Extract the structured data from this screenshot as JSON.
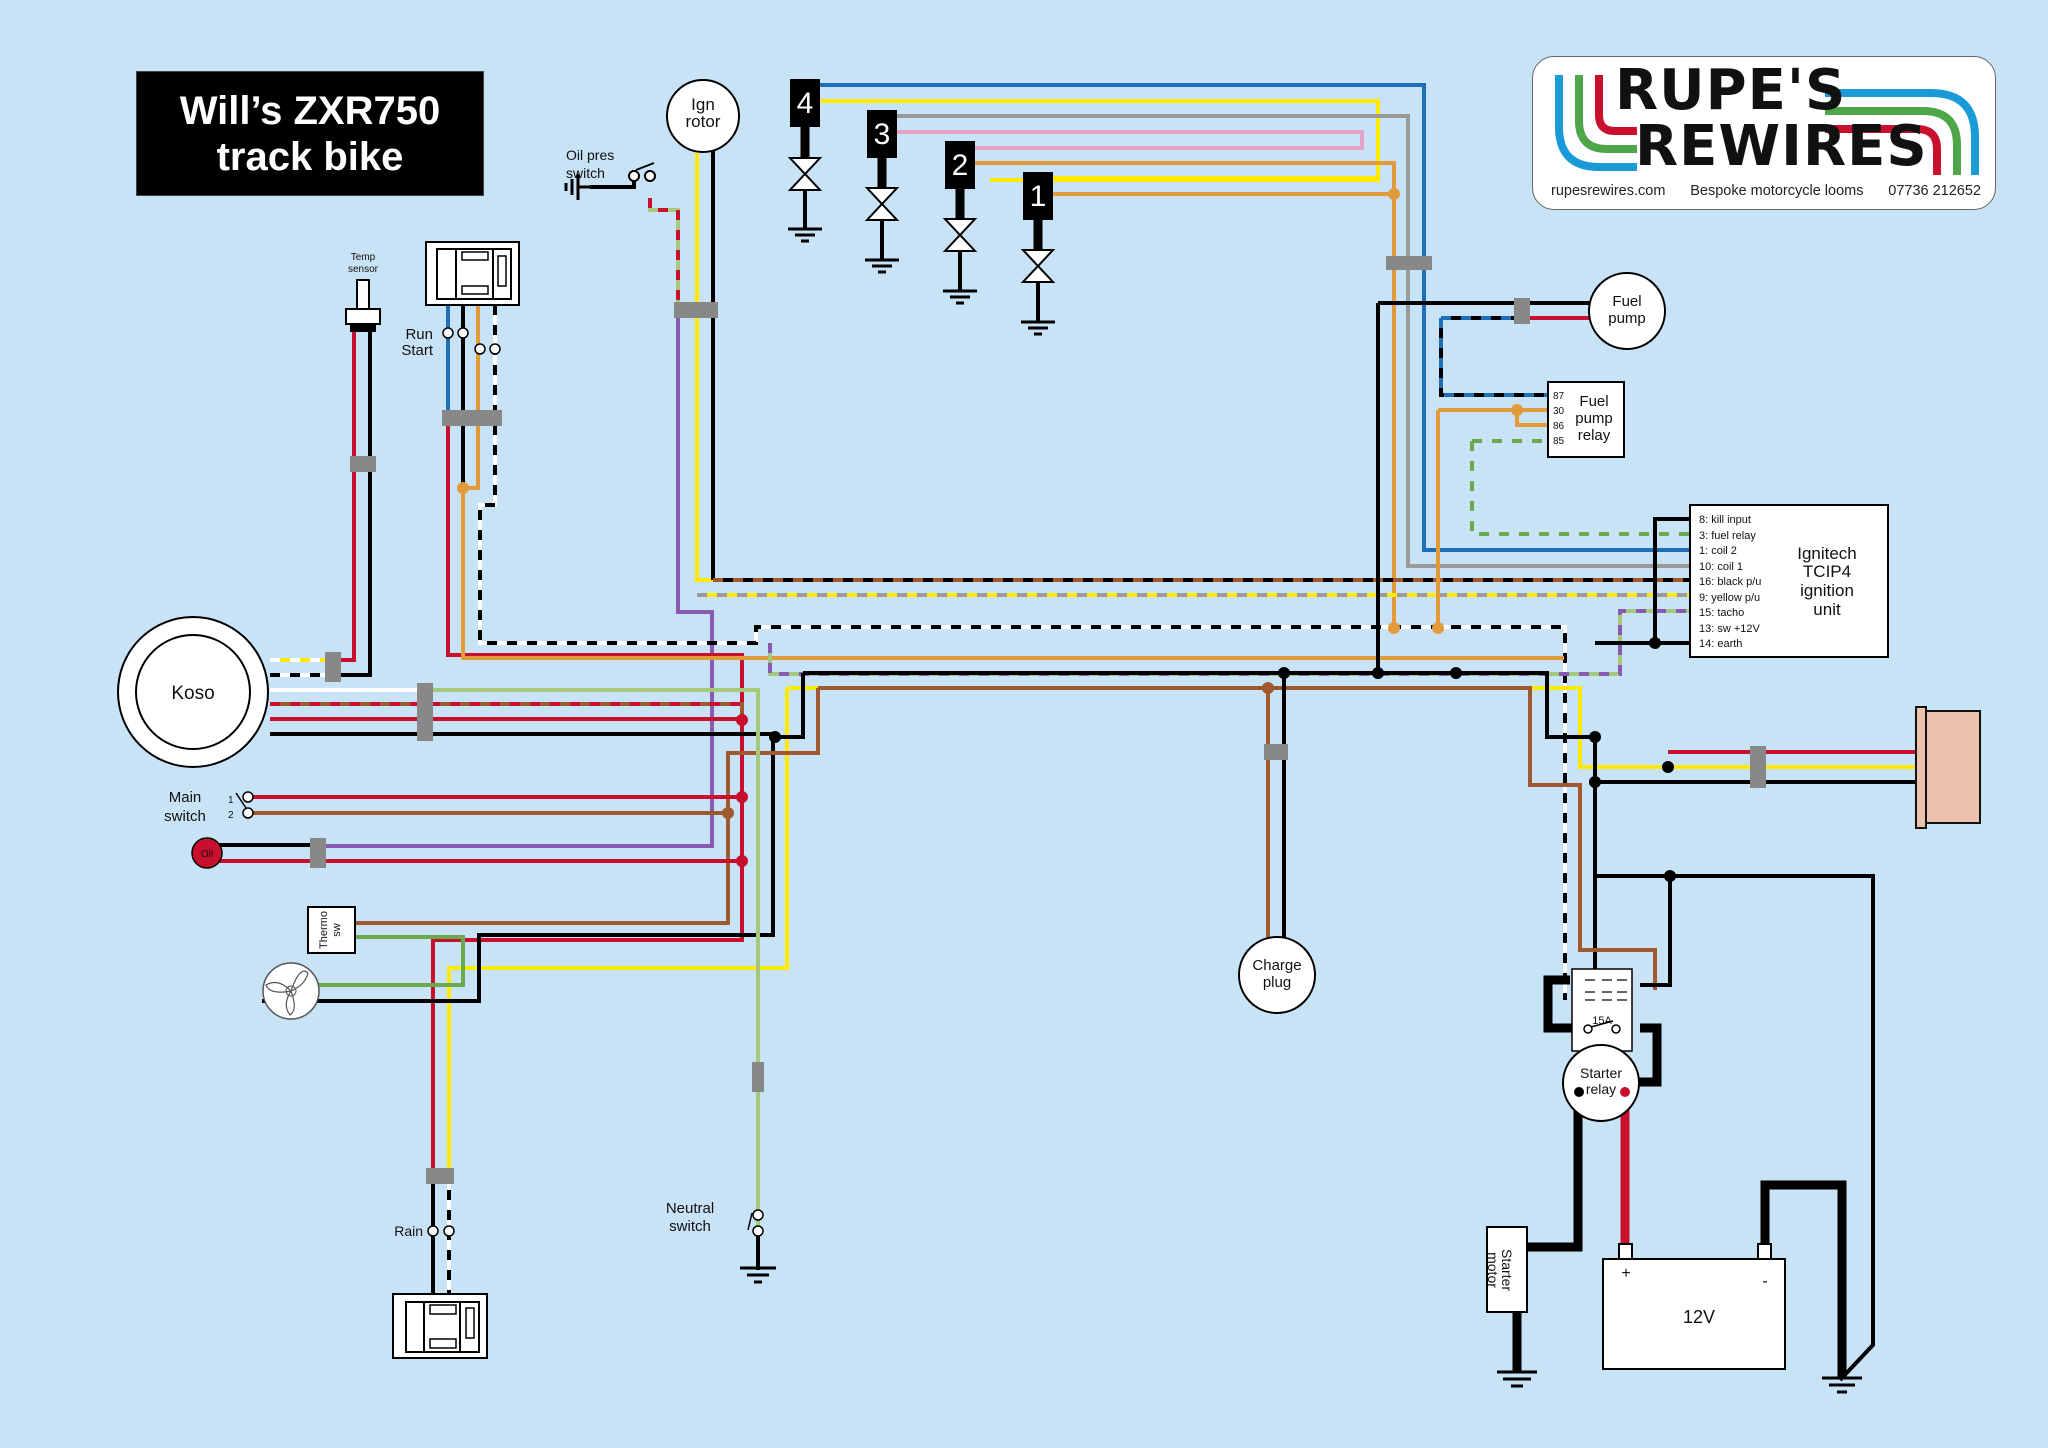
{
  "title": {
    "line1": "Will’s ZXR750",
    "line2": "track bike"
  },
  "logo": {
    "line1": "RUPE'S",
    "line2": "REWIRES",
    "website": "rupesrewires.com",
    "tagline": "Bespoke motorcycle looms",
    "phone": "07736 212652",
    "stripe_colors": [
      "#1b9ad8",
      "#4fa648",
      "#c8102e"
    ]
  },
  "components": {
    "ign_rotor": {
      "line1": "Ign",
      "line2": "rotor"
    },
    "oil_pres_switch": {
      "line1": "Oil pres",
      "line2": "switch"
    },
    "temp_sensor": {
      "line1": "Temp",
      "line2": "sensor"
    },
    "run_start": {
      "run": "Run",
      "start": "Start"
    },
    "koso": "Koso",
    "main_switch": {
      "line1": "Main",
      "line2": "switch",
      "pin1": "1",
      "pin2": "2"
    },
    "oil_lamp": "Oil",
    "thermo_sw": {
      "line1": "Thermo",
      "line2": "sw"
    },
    "rain": "Rain",
    "neutral_switch": {
      "line1": "Neutral",
      "line2": "switch"
    },
    "coils": [
      "4",
      "3",
      "2",
      "1"
    ],
    "fuel_pump": {
      "line1": "Fuel",
      "line2": "pump"
    },
    "fuel_pump_relay": {
      "line1": "Fuel",
      "line2": "pump",
      "line3": "relay",
      "pins": [
        "87",
        "30",
        "86",
        "85"
      ]
    },
    "ignition_unit": {
      "line1": "Ignitech",
      "line2": "TCIP4",
      "line3": "ignition",
      "line4": "unit",
      "pins": [
        "8: kill input",
        "3: fuel relay",
        "1: coil 2",
        "10: coil 1",
        "16: black p/u",
        "9: yellow p/u",
        "15: tacho",
        "13: sw +12V",
        "14: earth"
      ]
    },
    "charge_plug": {
      "line1": "Charge",
      "line2": "plug"
    },
    "starter_relay": {
      "line1": "Starter",
      "line2": "relay",
      "fuse": "15A"
    },
    "starter_motor": {
      "line1": "Starter",
      "line2": "motor"
    },
    "battery": {
      "voltage": "12V",
      "plus": "+",
      "minus": "-"
    }
  },
  "wire_colors": {
    "red": "#c8102e",
    "black": "#000000",
    "blue": "#1f6fb8",
    "yellow": "#ffea00",
    "grey": "#9a9a9a",
    "pink": "#e3a3c8",
    "orange": "#e39a3a",
    "brown": "#a0582e",
    "green": "#6aaa4c",
    "light_green": "#a5c97a",
    "purple": "#8a5ab0",
    "white": "#ffffff"
  }
}
